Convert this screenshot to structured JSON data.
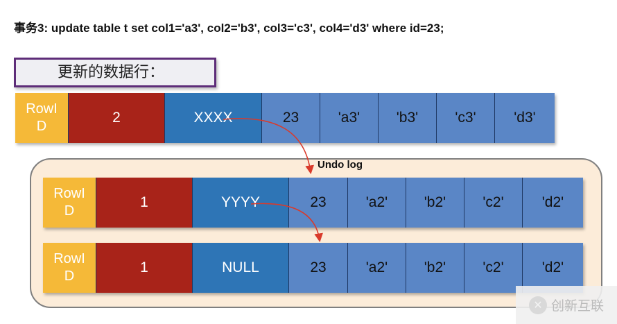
{
  "title": "事务3: update table t set col1='a3', col2='b3', col3='c3', col4='d3' where id=23;",
  "update_label": "更新的数据行：",
  "current_row": {
    "rowid": "RowI\nD",
    "trx_id": "2",
    "roll_ptr": "XXXX",
    "values": [
      "23",
      "'a3'",
      "'b3'",
      "'c3'",
      "'d3'"
    ]
  },
  "undo_label": "Undo log",
  "undo_rows": [
    {
      "rowid": "RowI\nD",
      "trx_id": "1",
      "roll_ptr": "YYYY",
      "values": [
        "23",
        "'a2'",
        "'b2'",
        "'c2'",
        "'d2'"
      ]
    },
    {
      "rowid": "RowI\nD",
      "trx_id": "1",
      "roll_ptr": "NULL",
      "values": [
        "23",
        "'a2'",
        "'b2'",
        "'c2'",
        "'d2'"
      ]
    }
  ],
  "watermark_text": "创新互联",
  "colors": {
    "rowid": "#f5b938",
    "trx_id": "#a82319",
    "roll_ptr": "#2e75b6",
    "data": "#5a86c6",
    "arrow": "#d93a2b",
    "undo_panel": "#fcecd9"
  }
}
